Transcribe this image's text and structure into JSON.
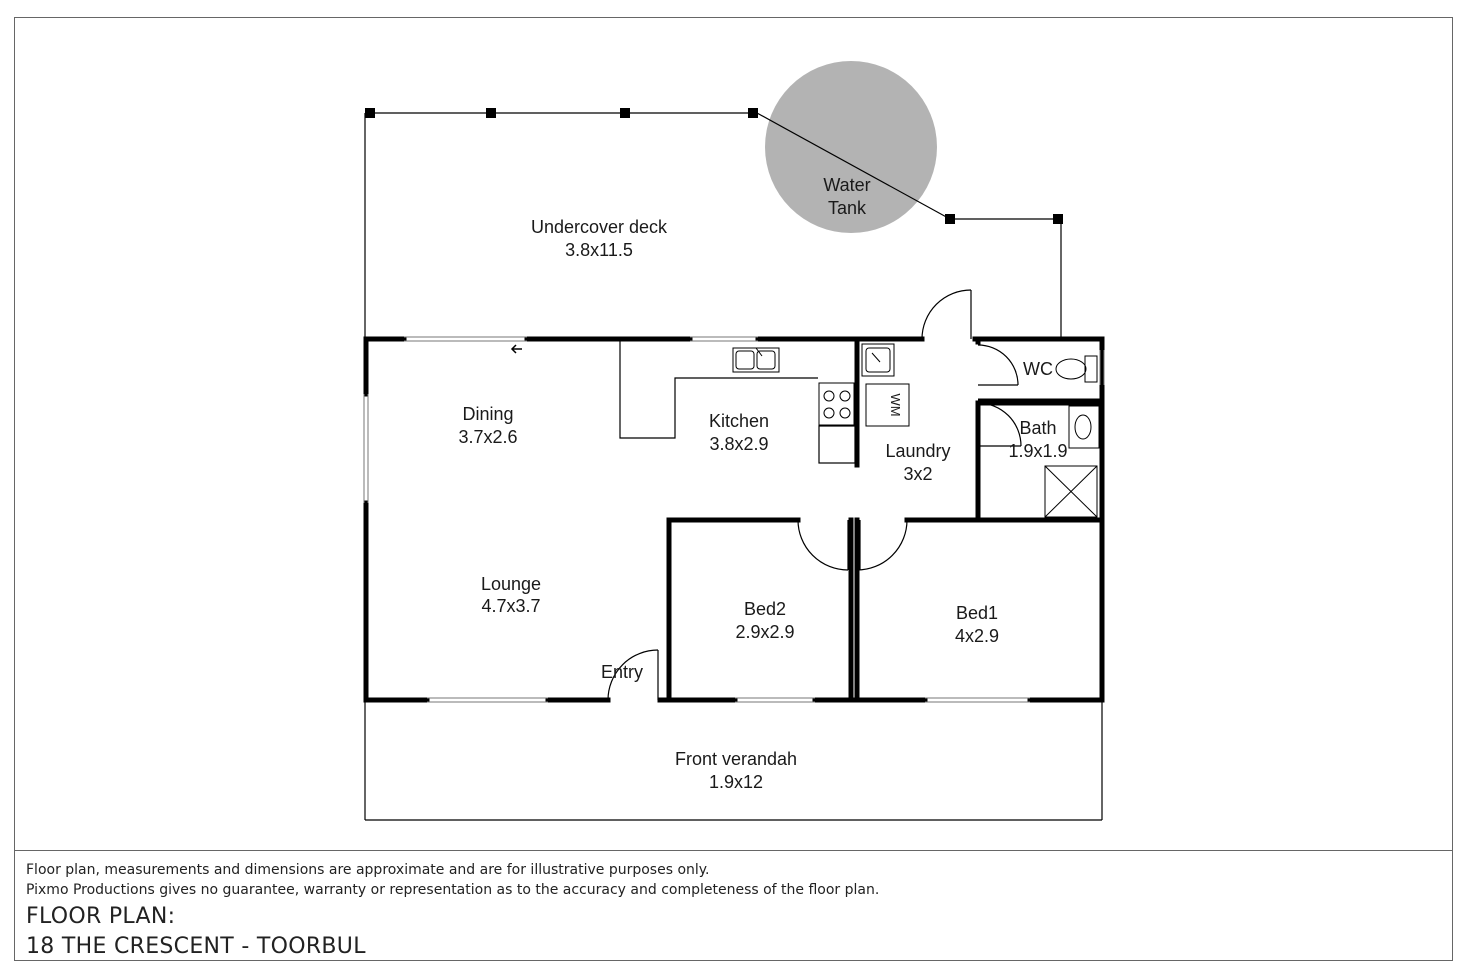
{
  "rooms": {
    "undercover_deck": {
      "name": "Undercover deck",
      "size": "3.8x11.5"
    },
    "water_tank": {
      "line1": "Water",
      "line2": "Tank"
    },
    "dining": {
      "name": "Dining",
      "size": "3.7x2.6"
    },
    "kitchen": {
      "name": "Kitchen",
      "size": "3.8x2.9"
    },
    "laundry": {
      "name": "Laundry",
      "size": "3x2"
    },
    "wc": {
      "name": "WC"
    },
    "bath": {
      "name": "Bath",
      "size": "1.9x1.9"
    },
    "lounge": {
      "name": "Lounge",
      "size": "4.7x3.7"
    },
    "bed2": {
      "name": "Bed2",
      "size": "2.9x2.9"
    },
    "bed1": {
      "name": "Bed1",
      "size": "4x2.9"
    },
    "entry": {
      "name": "Entry"
    },
    "front_verandah": {
      "name": "Front verandah",
      "size": "1.9x12"
    },
    "washing_machine": {
      "label": "WM"
    }
  },
  "footer": {
    "disclaimer_line1": "Floor plan, measurements and dimensions are approximate and are for illustrative purposes only.",
    "disclaimer_line2": "Pixmo Productions gives no guarantee, warranty or representation as to the accuracy and completeness of the floor plan.",
    "title_line1": "FLOOR PLAN:",
    "title_line2": "18 THE CRESCENT - TOORBUL"
  },
  "colors": {
    "wall": "#000000",
    "tank": "#b3b3b3",
    "frame": "#555555"
  }
}
